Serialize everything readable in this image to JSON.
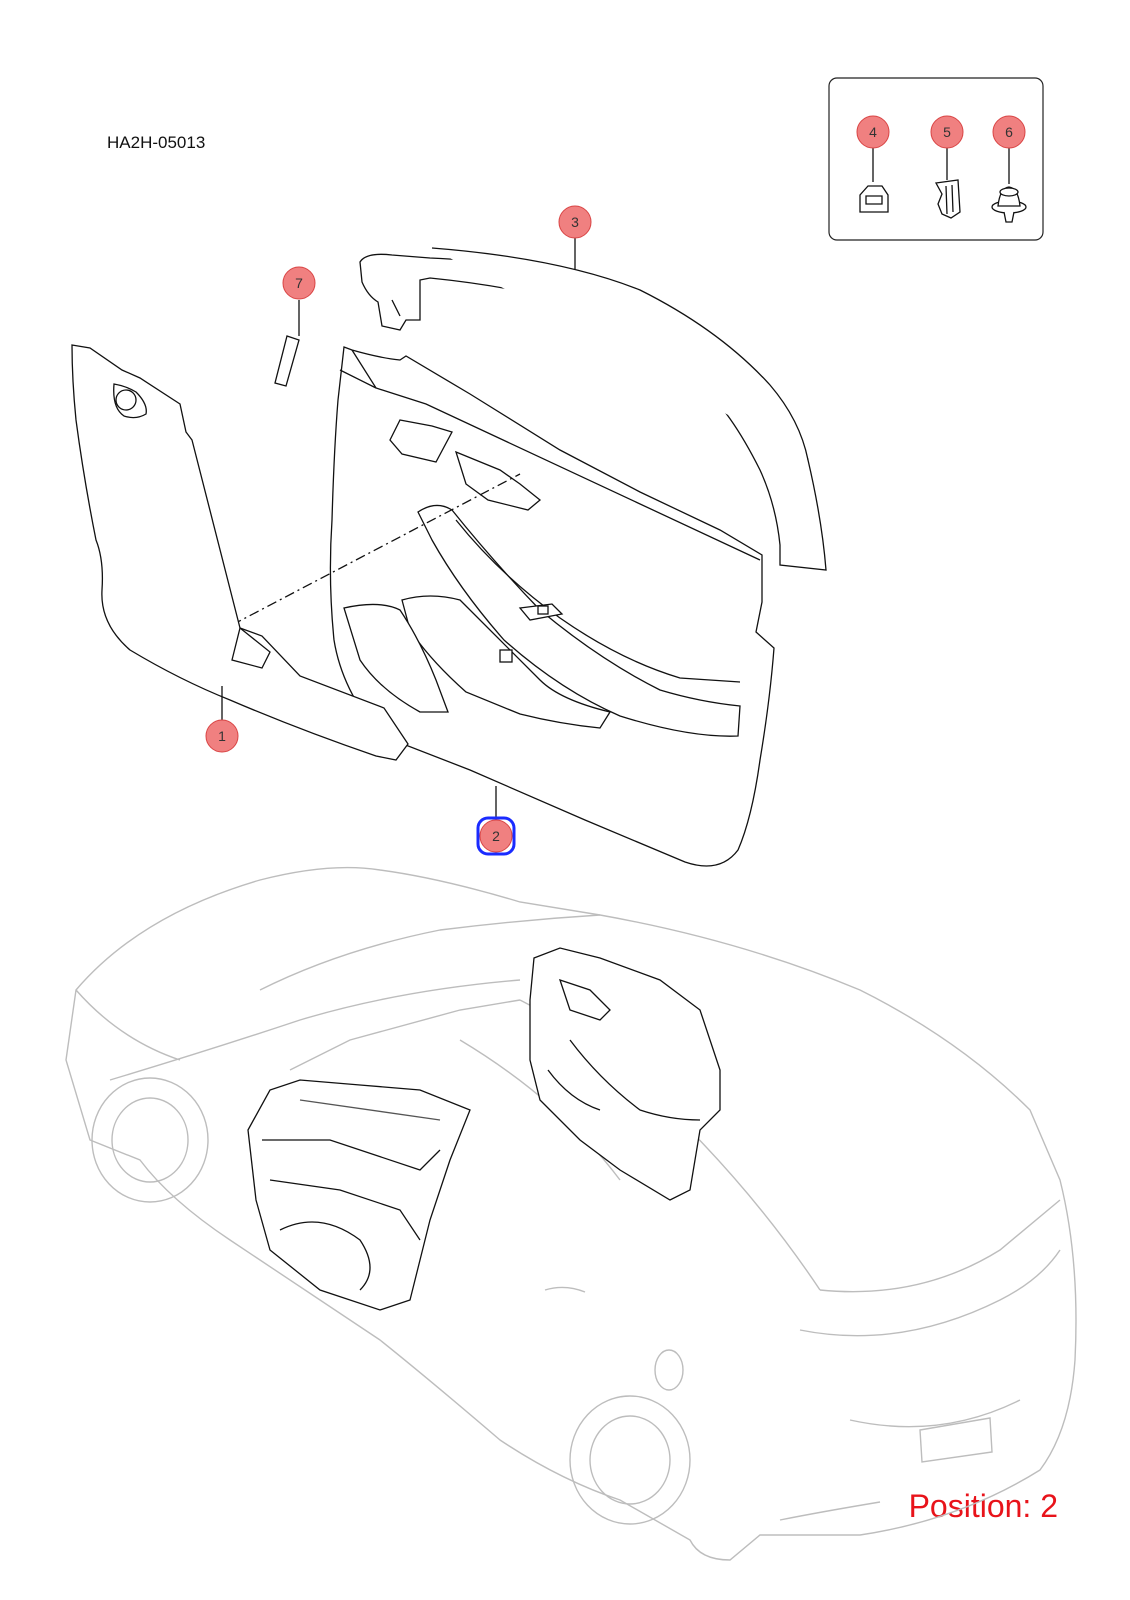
{
  "diagram": {
    "code": "HA2H-05013",
    "position_label": "Position: 2",
    "selected_callout": "2",
    "callouts": [
      {
        "number": "1"
      },
      {
        "number": "2"
      },
      {
        "number": "3"
      },
      {
        "number": "4"
      },
      {
        "number": "5"
      },
      {
        "number": "6"
      },
      {
        "number": "7"
      }
    ]
  },
  "colors": {
    "callout_fill": "#f08080",
    "callout_stroke": "#d94545",
    "selection": "#1a2bff",
    "position_text": "#e8131a",
    "line_art": "#111111",
    "ghost_car": "#bdbdbd"
  },
  "icons": [
    "clip-icon",
    "retainer-icon",
    "push-pin-icon"
  ]
}
